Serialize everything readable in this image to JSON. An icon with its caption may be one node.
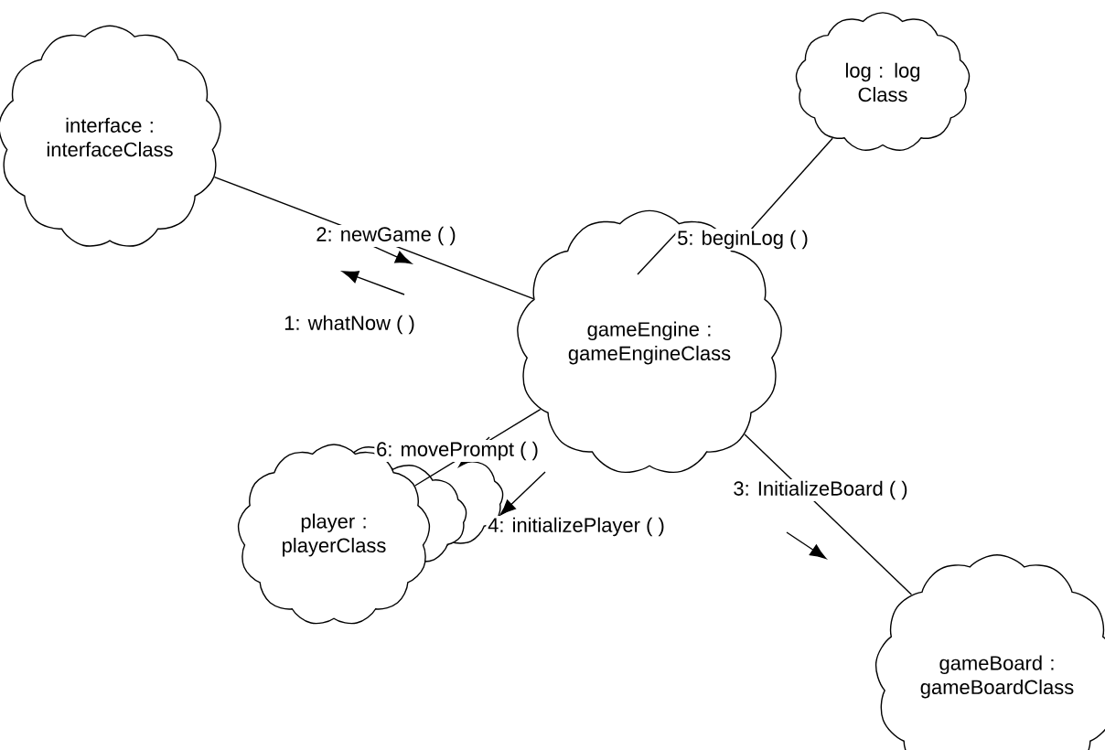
{
  "diagram": {
    "nodes": [
      {
        "text": [
          "interface : interfaceClass"
        ]
      },
      {
        "text": [
          "log : log Class"
        ]
      },
      {
        "text": [
          "gameEngine : gameEngineClass"
        ]
      },
      {
        "text": [
          "player : playerClass"
        ]
      },
      {
        "text": [
          "gameBoard : gameBoardClass"
        ]
      }
    ],
    "edges": [
      {
        "from": 0,
        "to": 2,
        "arrow": "none"
      },
      {
        "from": 1,
        "to": 2,
        "arrow": "none"
      },
      {
        "from": 2,
        "to": 3,
        "arrow": "none"
      },
      {
        "from": 2,
        "to": 4,
        "arrow": "none"
      }
    ],
    "labels": [
      "2: newGame ( )",
      "5: beginLog ( )",
      "1: whatNow ( )",
      "6: movePrompt ( )",
      "3: InitializeBoard ( )",
      "4: initializePlayer ( )"
    ]
  }
}
